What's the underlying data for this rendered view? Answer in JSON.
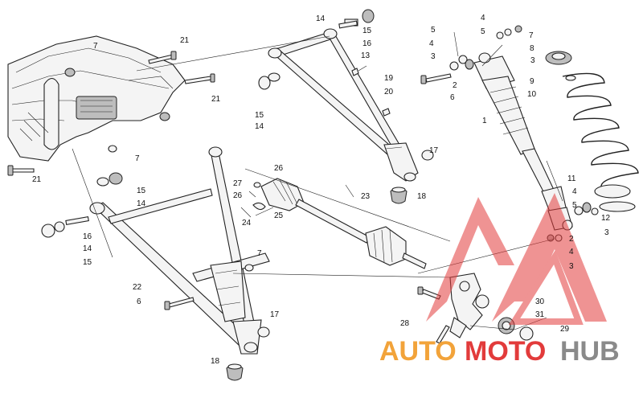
{
  "callouts": {
    "c1": "1",
    "c2a": "2",
    "c2b": "2",
    "c3a": "3",
    "c3b": "3",
    "c3c": "3",
    "c3d": "3",
    "c4a": "4",
    "c4b": "4",
    "c4c": "4",
    "c4d": "4",
    "c5a": "5",
    "c5b": "5",
    "c5c": "5",
    "c6a": "6",
    "c6b": "6",
    "c7a": "7",
    "c7b": "7",
    "c7c": "7",
    "c7d": "7",
    "c8": "8",
    "c9": "9",
    "c10": "10",
    "c11": "11",
    "c12": "12",
    "c13": "13",
    "c14a": "14",
    "c14b": "14",
    "c14c": "14",
    "c14d": "14",
    "c15a": "15",
    "c15b": "15",
    "c15c": "15",
    "c15d": "15",
    "c16a": "16",
    "c16b": "16",
    "c17a": "17",
    "c17b": "17",
    "c18a": "18",
    "c18b": "18",
    "c19": "19",
    "c20": "20",
    "c21a": "21",
    "c21b": "21",
    "c21c": "21",
    "c22": "22",
    "c23": "23",
    "c24": "24",
    "c25": "25",
    "c26a": "26",
    "c26b": "26",
    "c27": "27",
    "c28": "28",
    "c29": "29",
    "c30": "30",
    "c31": "31"
  },
  "watermark": {
    "part1": "AUTO",
    "part2": "MOTO",
    "part3": "HUB",
    "color_red": "#e23b3b",
    "color_orange": "#f2a33a",
    "color_gray": "#8a8a8a"
  }
}
